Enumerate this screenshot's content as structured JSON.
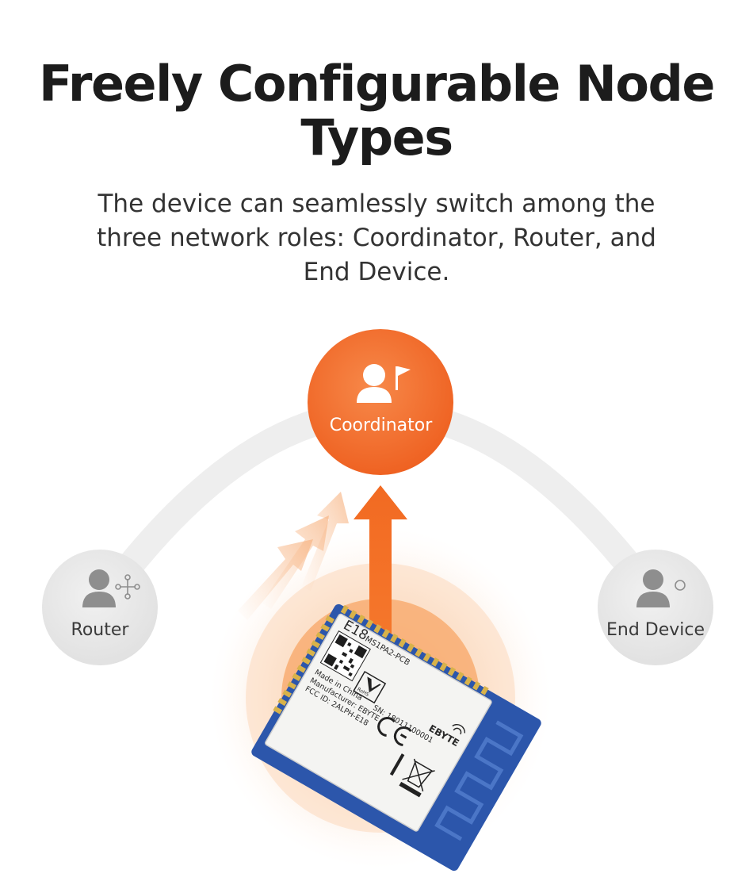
{
  "heading": {
    "title": "Freely Configurable Node Types",
    "subtitle": "The device can seamlessly switch among the three network roles: Coordinator, Router, and End Device."
  },
  "nodes": {
    "coordinator": {
      "label": "Coordinator",
      "icon": "user-flag-icon",
      "color": "#f0682a"
    },
    "router": {
      "label": "Router",
      "icon": "user-network-icon",
      "color": "#e9e9e9"
    },
    "end_device": {
      "label": "End Device",
      "icon": "user-circle-icon",
      "color": "#e9e9e9"
    }
  },
  "module": {
    "model": "E18",
    "part": "MS1PA2-PCB",
    "brand": "EBYTE",
    "origin": "Made in China",
    "manufacturer": "Manufacturer: EBYTE",
    "fcc": "FCC ID: 2ALPH-E18",
    "serial": "SN: 18011100001",
    "rohs": "RoHS",
    "ce": "CE"
  }
}
